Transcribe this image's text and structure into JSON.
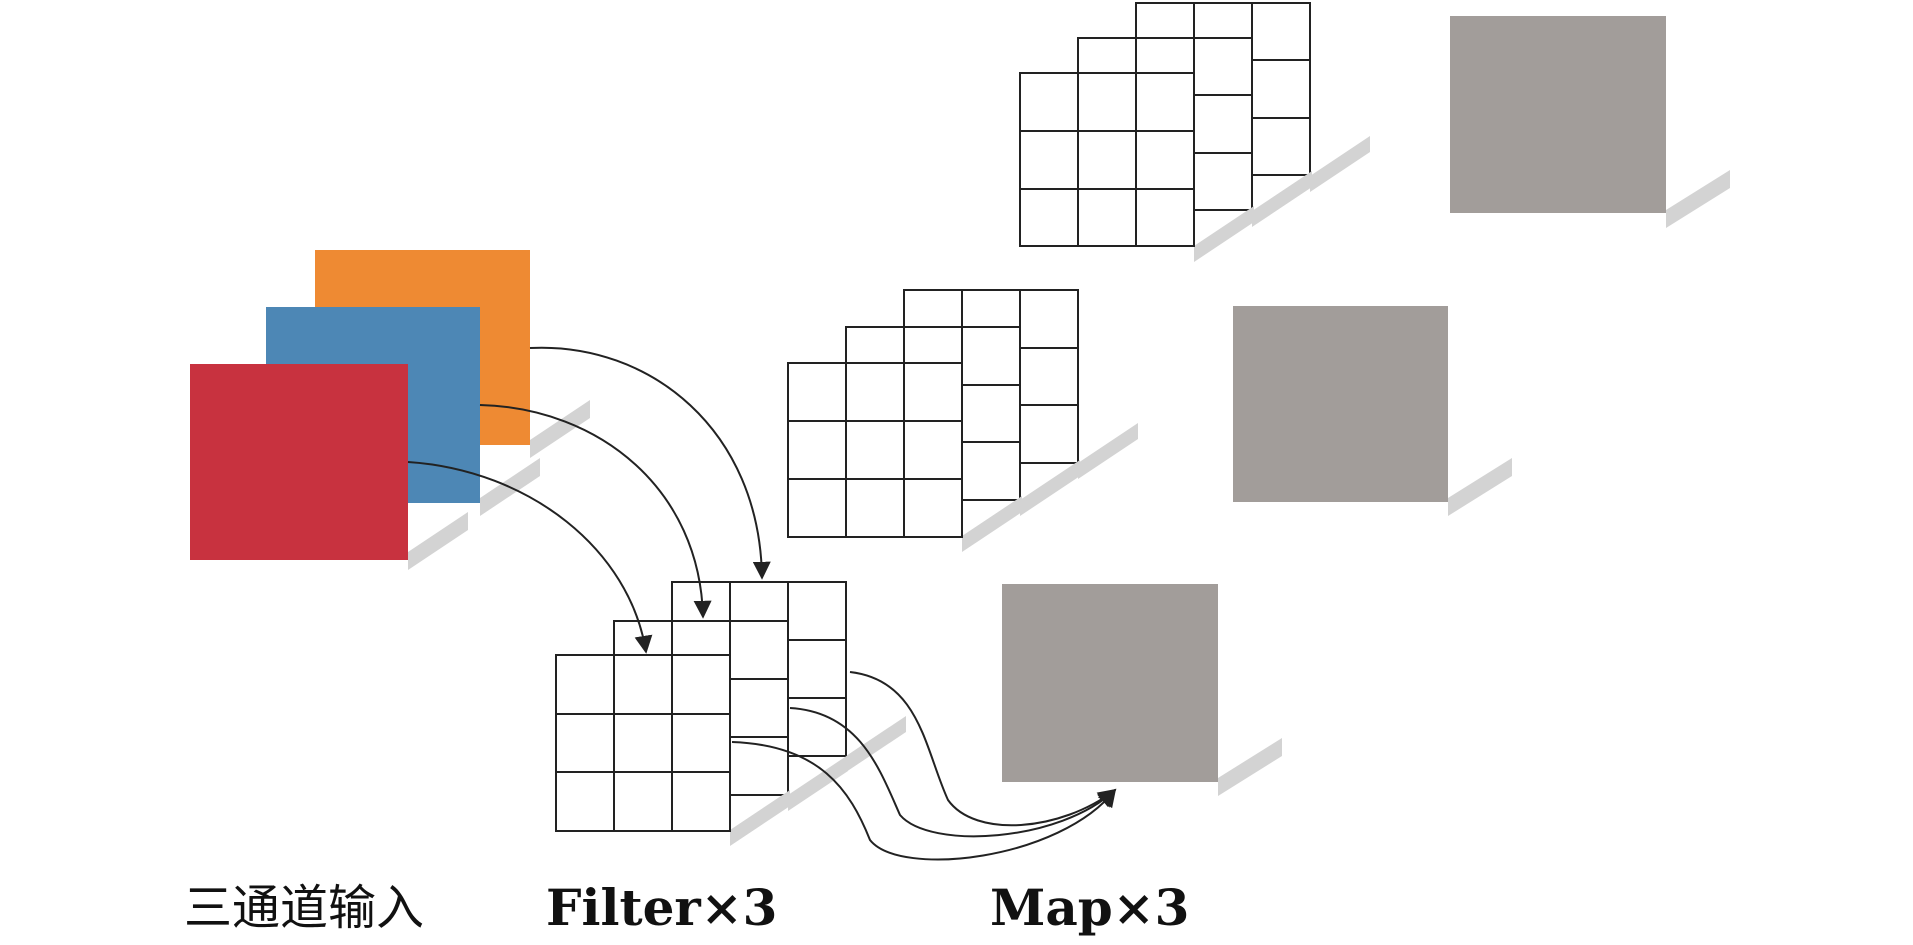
{
  "labels": {
    "input": "三通道输入",
    "filter": "Filter×3",
    "map": "Map×3"
  },
  "colors": {
    "channel_red": "#c8323f",
    "channel_blue": "#4d87b5",
    "channel_orange": "#ee8a33",
    "map_gray": "#a29d9a",
    "shadow": "#d3d3d3",
    "grid_line": "#222222",
    "arrow": "#222222"
  }
}
